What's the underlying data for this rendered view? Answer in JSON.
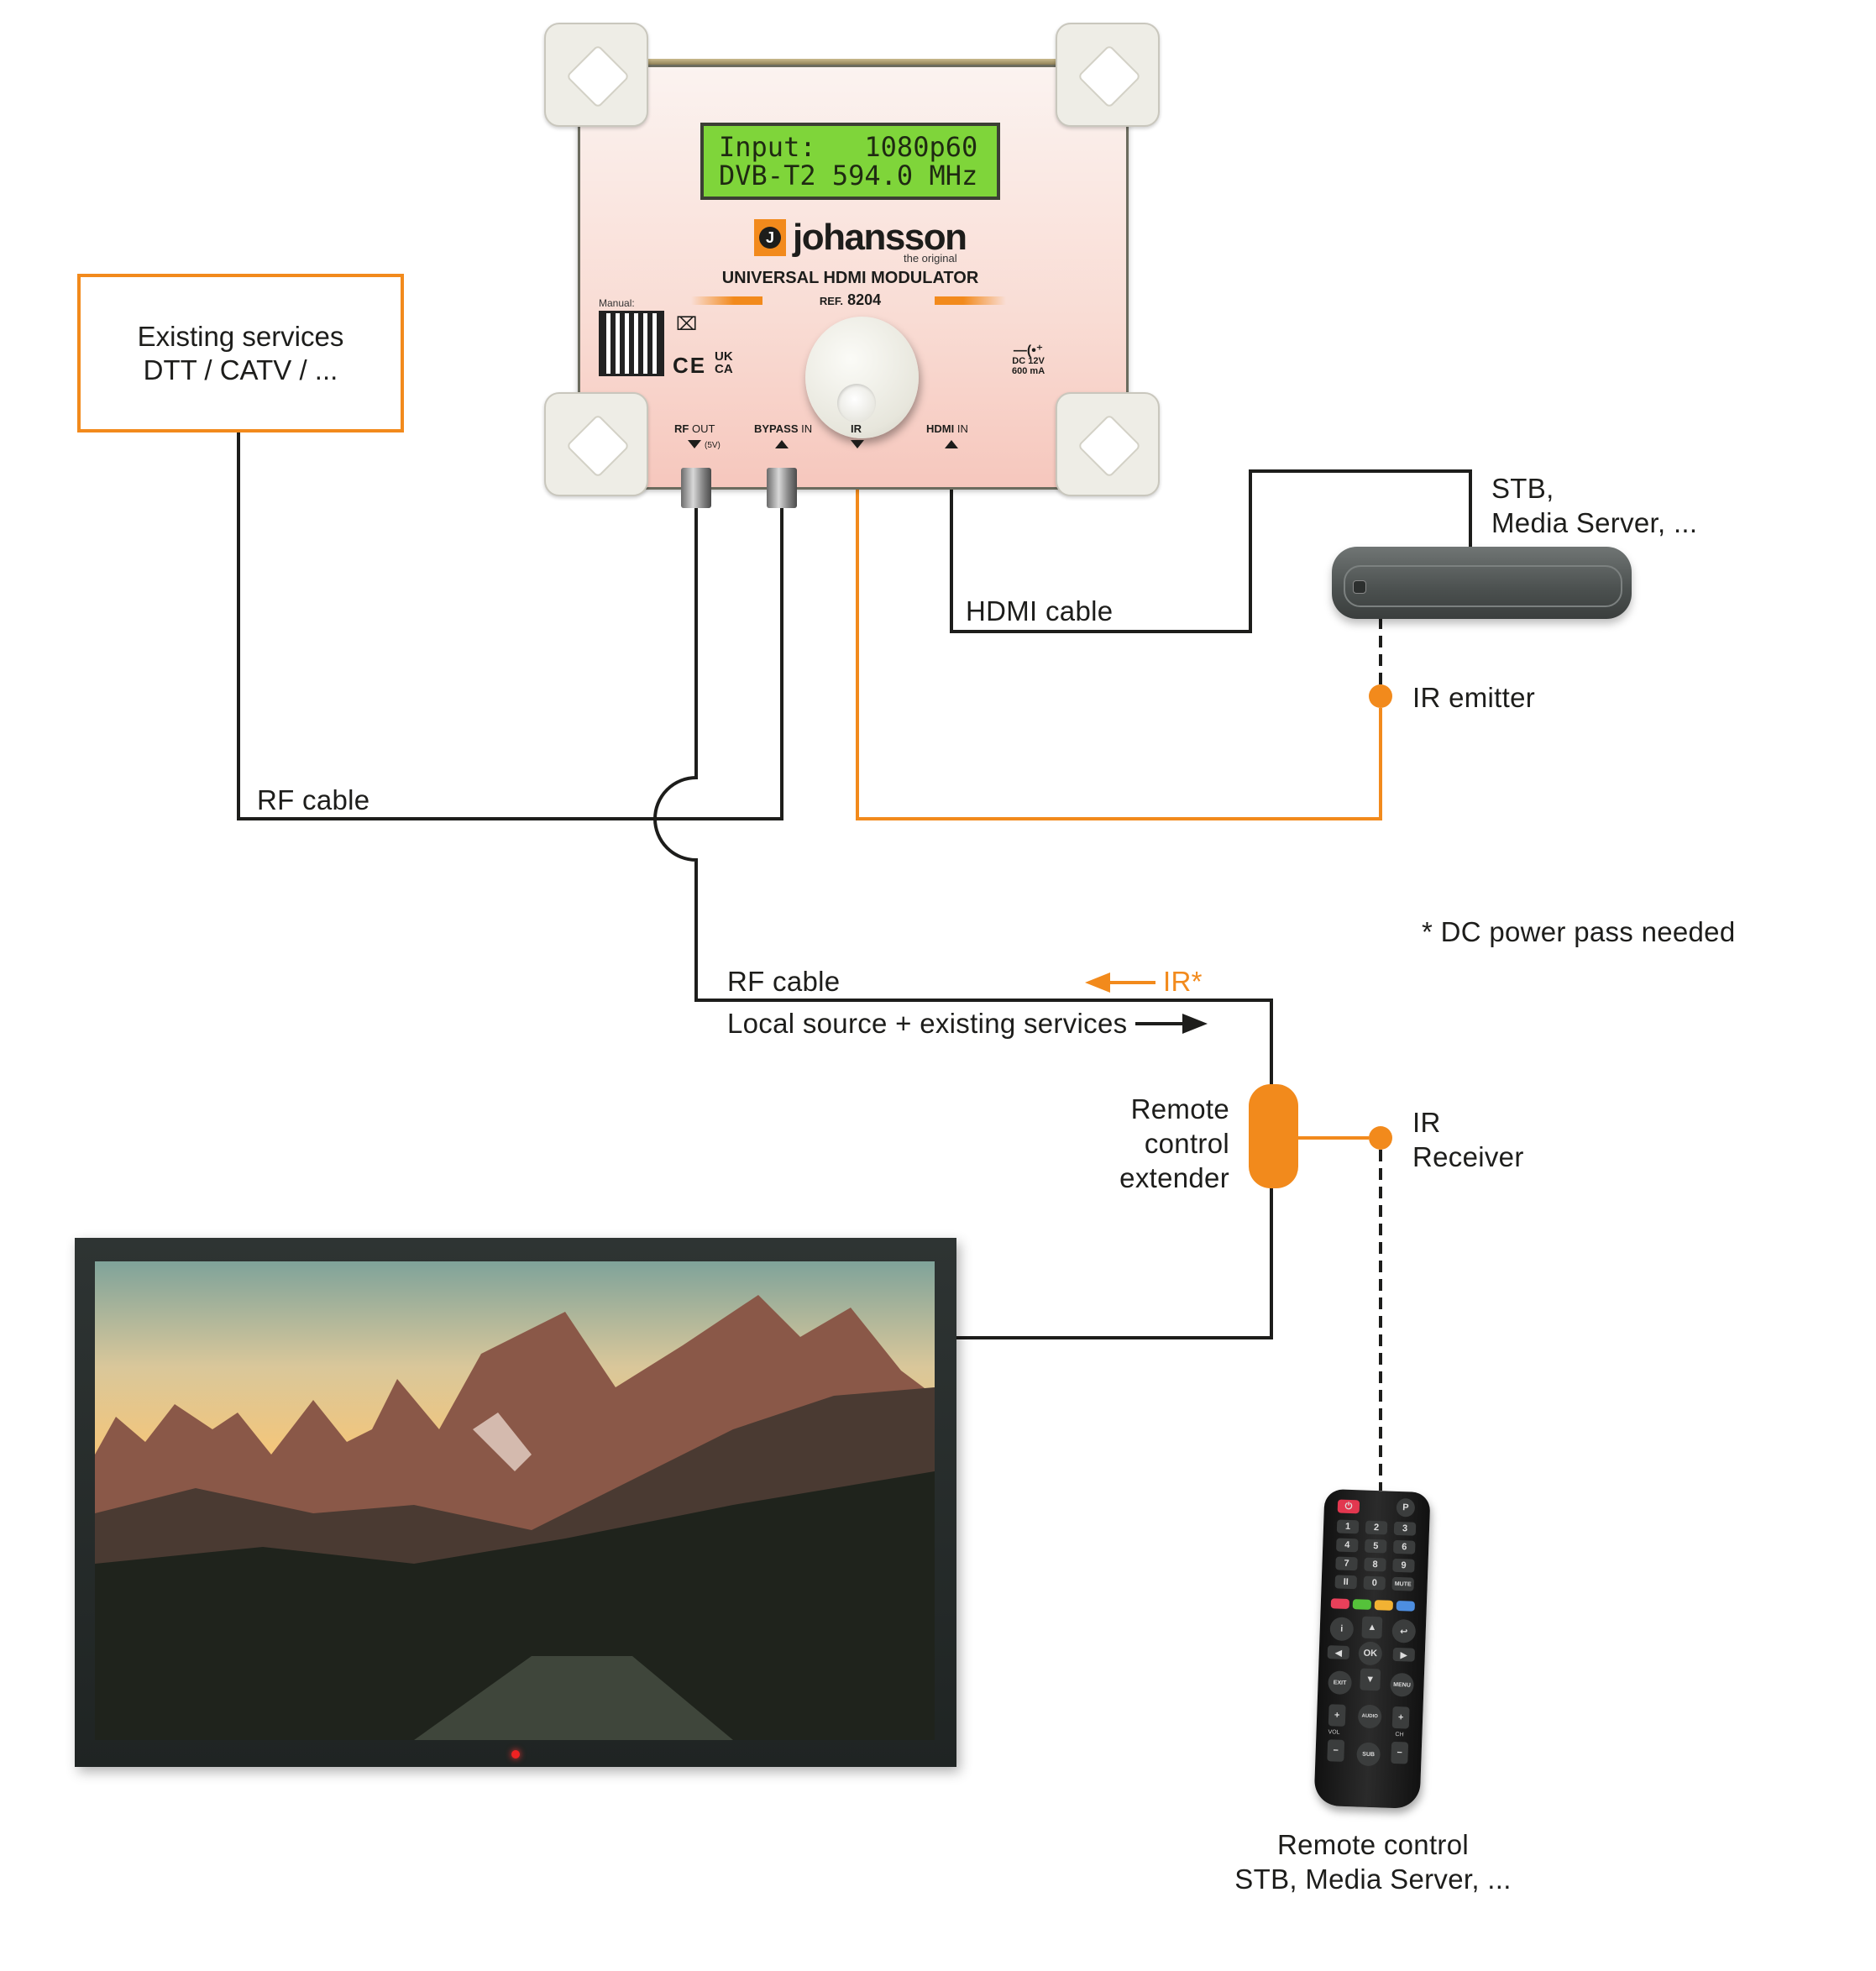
{
  "existing_services": {
    "line1": "Existing services",
    "line2": "DTT / CATV / ..."
  },
  "modulator": {
    "lcd_line1": "Input:   1080p60",
    "lcd_line2": "DVB-T2 594.0 MHz",
    "brand_letter": "J",
    "brand": "johansson",
    "brand_tagline": "the original",
    "title": "UNIVERSAL HDMI MODULATOR",
    "ref_label": "REF.",
    "ref_number": "8204",
    "manual_label": "Manual:",
    "ce_mark": "CE",
    "ukca_mark": "UK\nCA",
    "dc_label_1": "DC 12V",
    "dc_label_2": "600 mA",
    "ground_icon": "ground-icon",
    "ports": [
      {
        "bold": "RF",
        "rest": " OUT",
        "sub": "(5V)",
        "direction": "out"
      },
      {
        "bold": "BYPASS",
        "rest": " IN",
        "direction": "in"
      },
      {
        "bold": "IR",
        "rest": "",
        "direction": "out"
      },
      {
        "bold": "HDMI",
        "rest": " IN",
        "direction": "in"
      }
    ]
  },
  "labels": {
    "rf_cable_upper": "RF cable",
    "rf_cable_lower": "RF cable",
    "hdmi_cable": "HDMI cable",
    "stb_line1": "STB,",
    "stb_line2": "Media Server, ...",
    "ir_emitter": "IR emitter",
    "dc_note": "* DC power pass needed",
    "ir_star": "IR*",
    "local_source": "Local source + existing services",
    "extender_line1": "Remote",
    "extender_line2": "control",
    "extender_line3": "extender",
    "ir_receiver_line1": "IR",
    "ir_receiver_line2": "Receiver",
    "remote_line1": "Remote control",
    "remote_line2": "STB, Media Server, ..."
  },
  "remote_keys": {
    "power": "⏻",
    "p": "P",
    "digits": [
      "1",
      "2",
      "3",
      "4",
      "5",
      "6",
      "7",
      "8",
      "9",
      "II",
      "0",
      "MUTE"
    ],
    "info": "i",
    "ok": "OK",
    "exit": "EXIT",
    "menu": "MENU",
    "audio": "AUDIO",
    "sub": "SUB",
    "vol": "VOL",
    "ch": "CH"
  },
  "colors": {
    "accent_orange": "#f28a1c",
    "wire_black": "#1d1d1b",
    "lcd_green": "#7fd53a"
  }
}
